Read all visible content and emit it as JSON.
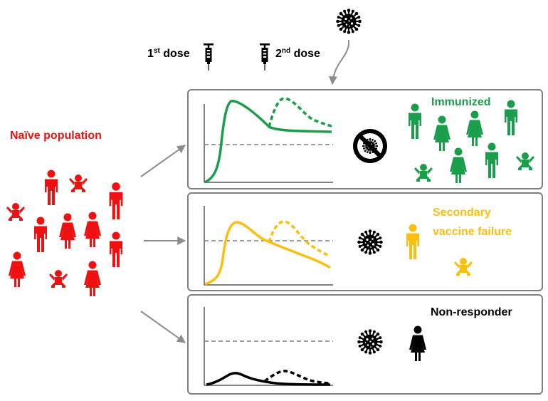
{
  "doses": {
    "first": {
      "num": "1",
      "sup": "st",
      "word": " dose"
    },
    "second": {
      "num": "2",
      "sup": "nd",
      "word": " dose"
    }
  },
  "population": {
    "label": "Naïve population"
  },
  "outcomes": {
    "immunized": {
      "label": "Immunized"
    },
    "secondary": {
      "line1": "Secondary",
      "line2": "vaccine failure"
    },
    "nonresponder": {
      "label": "Non-responder"
    }
  },
  "colors": {
    "red": "#ee1111",
    "green": "#1a9e4b",
    "yellow": "#fbbf10",
    "black": "#000000",
    "gray": "#7f7f7f"
  },
  "icons": [
    "virus-icon",
    "syringe-icon",
    "person-icon",
    "baby-icon",
    "no-virus-icon"
  ]
}
